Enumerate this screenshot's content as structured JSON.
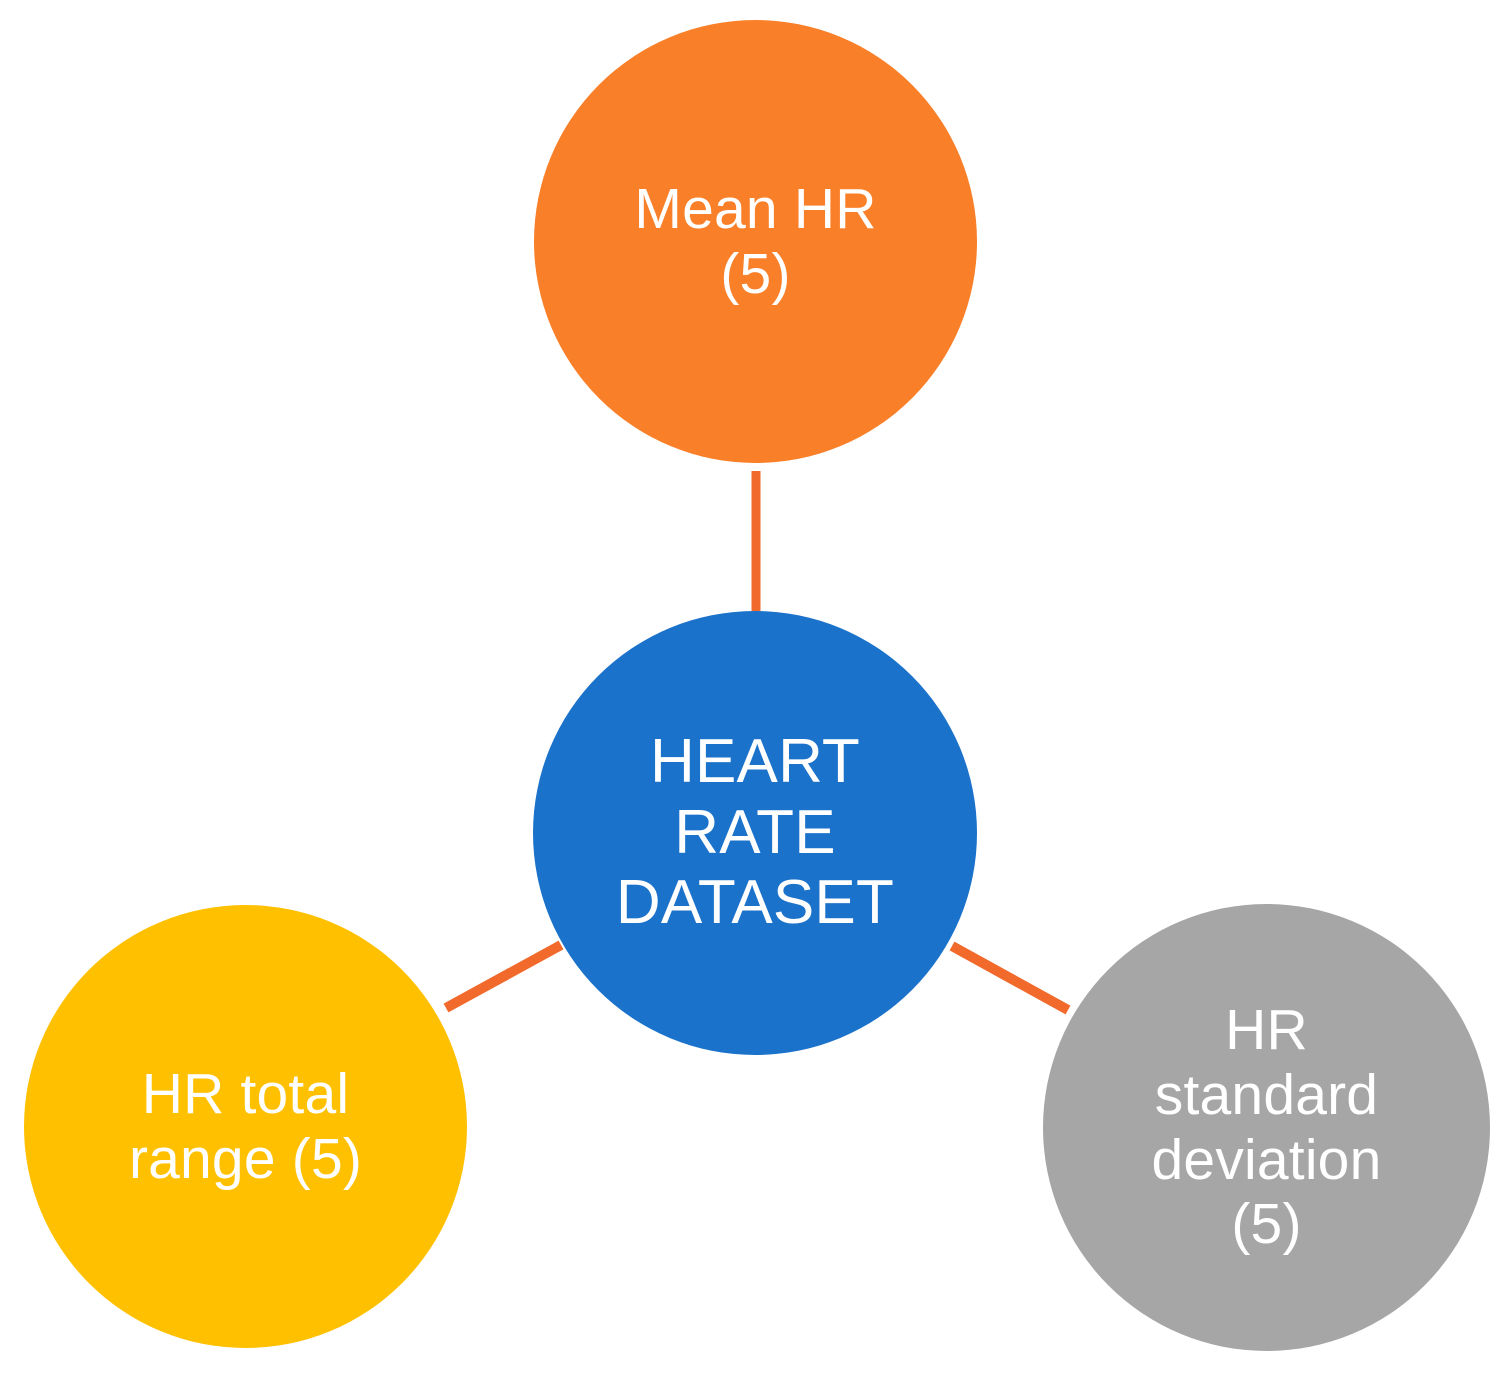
{
  "diagram": {
    "type": "hub-and-spoke",
    "background_color": "#FFFFFF",
    "connector_color": "#F2692C",
    "center": {
      "id": "heart-rate-dataset",
      "label": "HEART\nRATE\nDATASET",
      "color": "#1B72CB",
      "text_color": "#FFFFFF"
    },
    "nodes": [
      {
        "id": "mean-hr",
        "label": "Mean HR\n(5)",
        "count": 5,
        "color": "#F97F28",
        "text_color": "#FFFFFF",
        "position": "top"
      },
      {
        "id": "hr-total-range",
        "label": "HR total\nrange (5)",
        "count": 5,
        "color": "#FFC000",
        "text_color": "#FFFFFF",
        "position": "bottom-left"
      },
      {
        "id": "hr-standard-deviation",
        "label": "HR\nstandard\ndeviation\n(5)",
        "count": 5,
        "color": "#A6A6A6",
        "text_color": "#FFFFFF",
        "position": "bottom-right"
      }
    ],
    "connectors": [
      {
        "id": "center-to-mean-hr",
        "from": "heart-rate-dataset",
        "to": "mean-hr"
      },
      {
        "id": "center-to-hr-total-range",
        "from": "heart-rate-dataset",
        "to": "hr-total-range"
      },
      {
        "id": "center-to-hr-standard-deviation",
        "from": "heart-rate-dataset",
        "to": "hr-standard-deviation"
      }
    ]
  }
}
